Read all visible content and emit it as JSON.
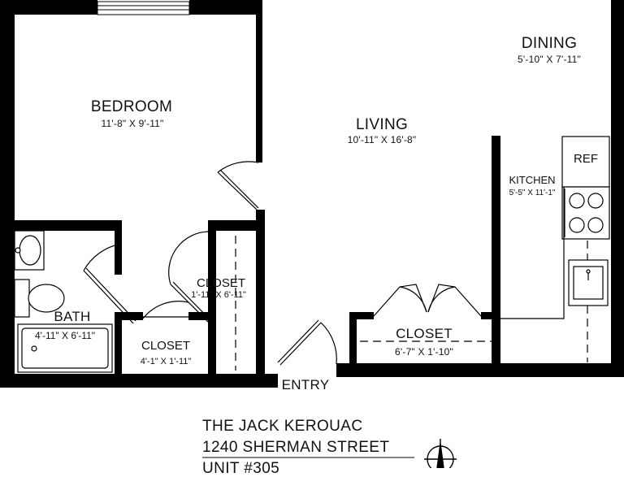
{
  "rooms": {
    "bedroom": {
      "name": "BEDROOM",
      "dims": "11'-8\" X 9'-11\""
    },
    "living": {
      "name": "LIVING",
      "dims": "10'-11\" X 16'-8\""
    },
    "dining": {
      "name": "DINING",
      "dims": "5'-10\" X 7'-11\""
    },
    "kitchen": {
      "name": "KITCHEN",
      "dims": "5'-5\" X 11'-1\""
    },
    "bath": {
      "name": "BATH",
      "dims": "4'-11\" X 6'-11\""
    },
    "closet_bedroom": {
      "name": "CLOSET",
      "dims": "1'-11\" X 6'-11\""
    },
    "closet_small": {
      "name": "CLOSET",
      "dims": "4'-1\" X 1'-11\""
    },
    "closet_living": {
      "name": "CLOSET",
      "dims": "6'-7\" X 1'-10\""
    }
  },
  "fixtures": {
    "ref": "REF"
  },
  "entry": "ENTRY",
  "building": {
    "name": "THE JACK KEROUAC",
    "address": "1240 SHERMAN STREET",
    "unit": "UNIT #305"
  },
  "icons": [
    "window-icon",
    "sink-icon",
    "toilet-icon",
    "bathtub-icon",
    "stove-icon",
    "door-swing-icon",
    "north-arrow-icon"
  ]
}
